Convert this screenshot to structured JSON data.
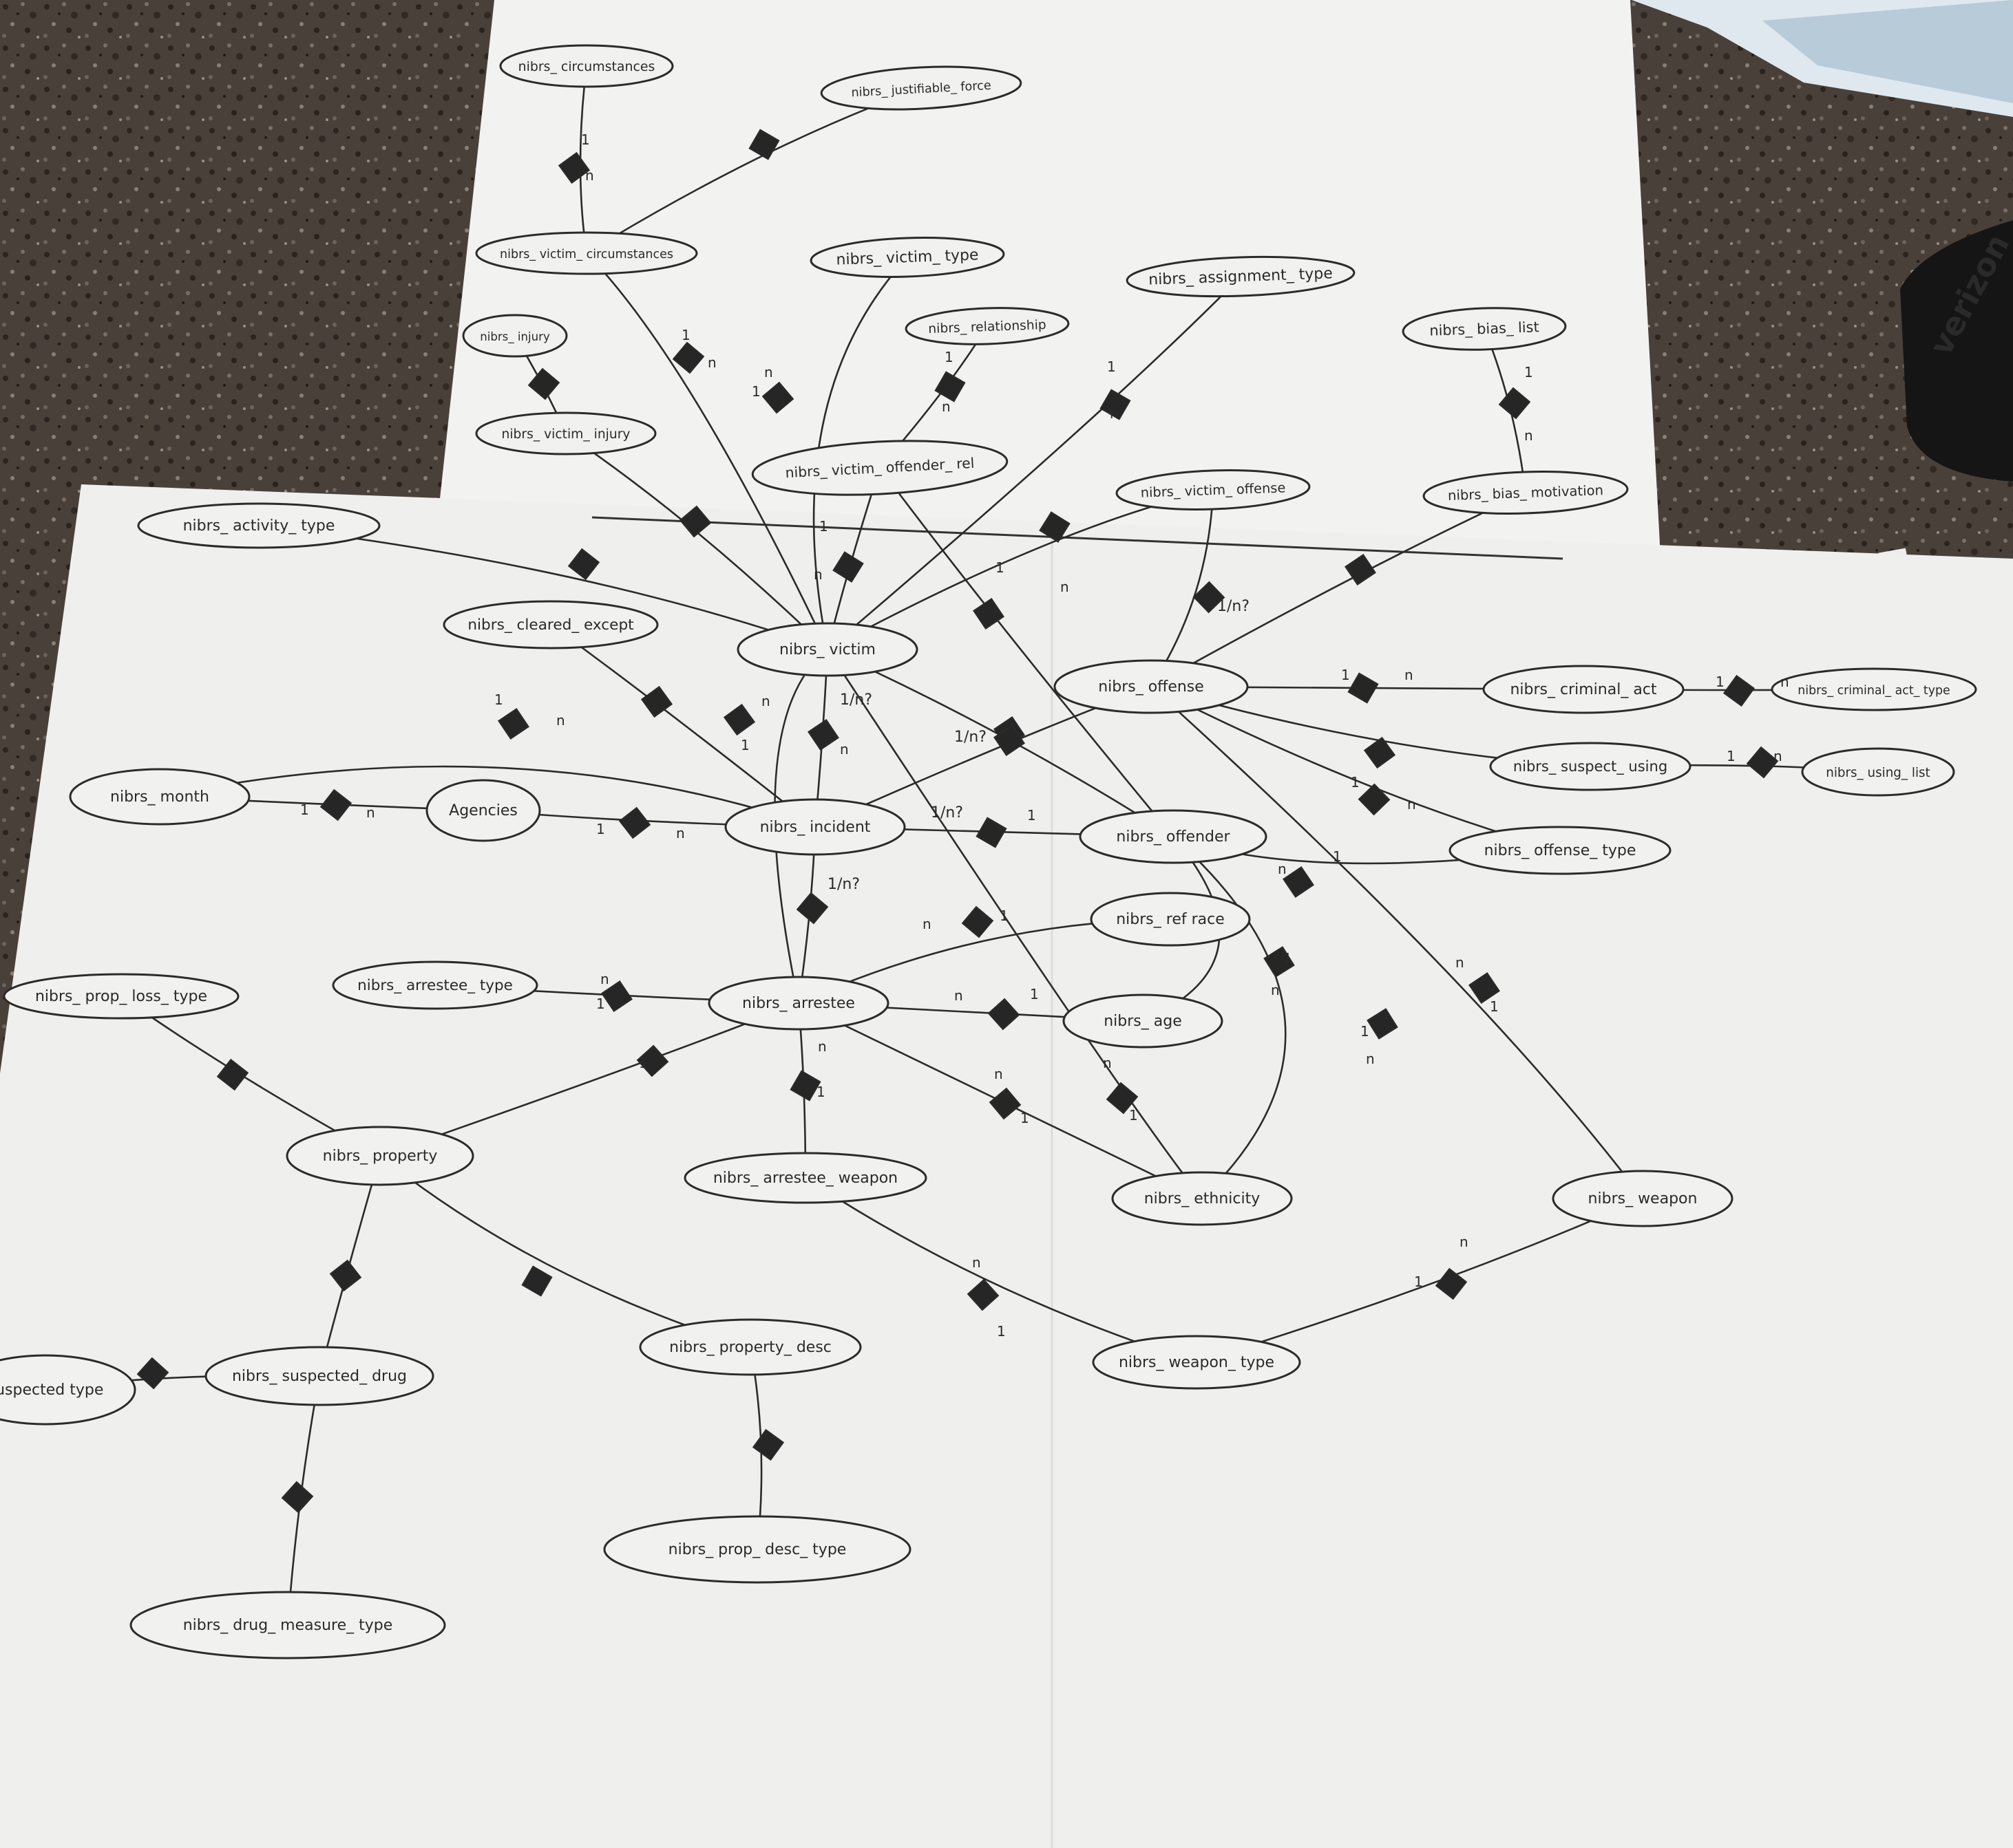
{
  "diagram": {
    "ink_color": "#2b2b2b",
    "paper_color": "#f1f1f0",
    "counter_color": "#4a403a",
    "entities": [
      {
        "id": "circumstances",
        "label": "nibrs_ circumstances"
      },
      {
        "id": "justifiable_force",
        "label": "nibrs_ justifiable_ force"
      },
      {
        "id": "victim_circumstances",
        "label": "nibrs_ victim_ circumstances"
      },
      {
        "id": "victim_type",
        "label": "nibrs_ victim_ type"
      },
      {
        "id": "assignment_type",
        "label": "nibrs_ assignment_ type"
      },
      {
        "id": "injury",
        "label": "nibrs_ injury"
      },
      {
        "id": "relationship",
        "label": "nibrs_ relationship"
      },
      {
        "id": "bias_list",
        "label": "nibrs_ bias_ list"
      },
      {
        "id": "victim_injury",
        "label": "nibrs_ victim_ injury"
      },
      {
        "id": "victim_offender_rel",
        "label": "nibrs_ victim_ offender_ rel"
      },
      {
        "id": "victim_offense",
        "label": "nibrs_ victim_ offense"
      },
      {
        "id": "bias_motivation",
        "label": "nibrs_ bias_ motivation"
      },
      {
        "id": "activity_type",
        "label": "nibrs_ activity_ type"
      },
      {
        "id": "cleared_except",
        "label": "nibrs_ cleared_ except"
      },
      {
        "id": "victim",
        "label": "nibrs_ victim"
      },
      {
        "id": "offense",
        "label": "nibrs_ offense"
      },
      {
        "id": "criminal_act",
        "label": "nibrs_ criminal_ act"
      },
      {
        "id": "criminal_act_type",
        "label": "nibrs_ criminal_ act_ type"
      },
      {
        "id": "suspect_using",
        "label": "nibrs_ suspect_ using"
      },
      {
        "id": "using_list",
        "label": "nibrs_ using_ list"
      },
      {
        "id": "month",
        "label": "nibrs_ month"
      },
      {
        "id": "agencies",
        "label": "Agencies"
      },
      {
        "id": "incident",
        "label": "nibrs_ incident"
      },
      {
        "id": "offender",
        "label": "nibrs_ offender"
      },
      {
        "id": "offense_type",
        "label": "nibrs_ offense_ type"
      },
      {
        "id": "race",
        "label": "nibrs_ ref race"
      },
      {
        "id": "prop_loss_type",
        "label": "nibrs_ prop_ loss_ type"
      },
      {
        "id": "arrestee_type",
        "label": "nibrs_ arrestee_ type"
      },
      {
        "id": "arrestee",
        "label": "nibrs_ arrestee"
      },
      {
        "id": "age",
        "label": "nibrs_ age"
      },
      {
        "id": "property",
        "label": "nibrs_ property"
      },
      {
        "id": "arrestee_weapon",
        "label": "nibrs_ arrestee_ weapon"
      },
      {
        "id": "ethnicity",
        "label": "nibrs_ ethnicity"
      },
      {
        "id": "weapon",
        "label": "nibrs_ weapon"
      },
      {
        "id": "suspected_drug_type",
        "label": "suspected type"
      },
      {
        "id": "suspected_drug",
        "label": "nibrs_ suspected_ drug"
      },
      {
        "id": "property_desc",
        "label": "nibrs_ property_ desc"
      },
      {
        "id": "weapon_type",
        "label": "nibrs_ weapon_ type"
      },
      {
        "id": "prop_desc_type",
        "label": "nibrs_ prop_ desc_ type"
      },
      {
        "id": "drug_measure_type",
        "label": "nibrs_ drug_ measure_ type"
      }
    ],
    "cardinality_notes": [
      "1",
      "n",
      "1",
      "n",
      "1",
      "n",
      "1",
      "n",
      "1",
      "n",
      "1",
      "n",
      "1",
      "n",
      "1",
      "n",
      "1/n?",
      "1/n?",
      "1/n?",
      "1/n?",
      "1/n?",
      "n",
      "1",
      "n",
      "1",
      "n",
      "1",
      "n",
      "1",
      "n",
      "1",
      "n",
      "1",
      "n",
      "1",
      "n",
      "1",
      "n",
      "1",
      "n",
      "1",
      "n",
      "1",
      "n",
      "1",
      "n",
      "1",
      "n",
      "1",
      "n",
      "1",
      "n",
      "1",
      "n",
      "1",
      "n",
      "1",
      "n",
      "1",
      "n",
      "1",
      "n",
      "1",
      "1"
    ]
  },
  "background_object": {
    "brand_text": "verizon"
  }
}
